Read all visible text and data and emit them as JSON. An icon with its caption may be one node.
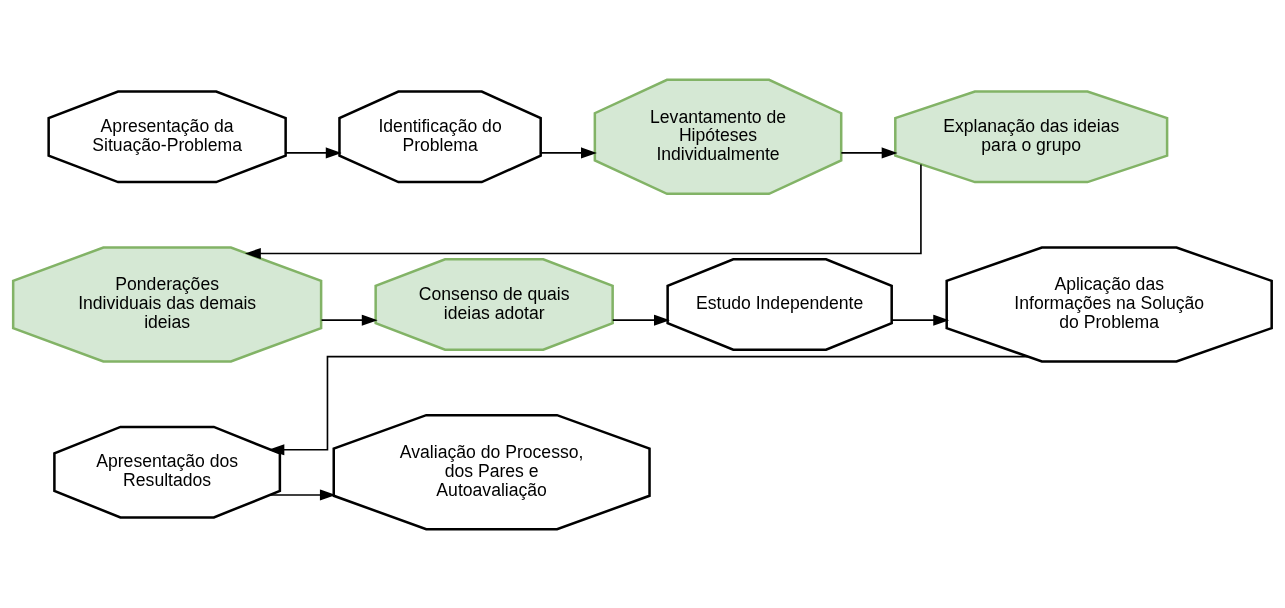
{
  "diagram": {
    "nodes": [
      {
        "text": [
          "Apresentação da Situação-Problema"
        ]
      },
      {
        "text": [
          "Identificação do Problema"
        ]
      },
      {
        "text": [
          "Levantamento de Hipóteses Individualmente"
        ]
      },
      {
        "text": [
          "Explanação das ideias para o grupo"
        ]
      },
      {
        "text": [
          "Ponderações Individuais das demais ideias"
        ]
      },
      {
        "text": [
          "Consenso de quais ideias adotar"
        ]
      },
      {
        "text": [
          "Estudo Independente"
        ]
      },
      {
        "text": [
          "Aplicação das Informações na Solução do Problema"
        ]
      },
      {
        "text": [
          "Apresentação dos Resultados"
        ]
      },
      {
        "text": [
          "Avaliação do Processo, dos Pares e Autoavaliação"
        ]
      }
    ],
    "edges": [
      {
        "from": 0,
        "to": 1,
        "arrow": "to"
      },
      {
        "from": 1,
        "to": 2,
        "arrow": "to"
      },
      {
        "from": 2,
        "to": 3,
        "arrow": "to"
      },
      {
        "from": 3,
        "to": 4,
        "arrow": "to"
      },
      {
        "from": 4,
        "to": 5,
        "arrow": "to"
      },
      {
        "from": 5,
        "to": 6,
        "arrow": "to"
      },
      {
        "from": 6,
        "to": 7,
        "arrow": "to"
      },
      {
        "from": 7,
        "to": 8,
        "arrow": "to"
      },
      {
        "from": 8,
        "to": 9,
        "arrow": "to"
      }
    ]
  }
}
